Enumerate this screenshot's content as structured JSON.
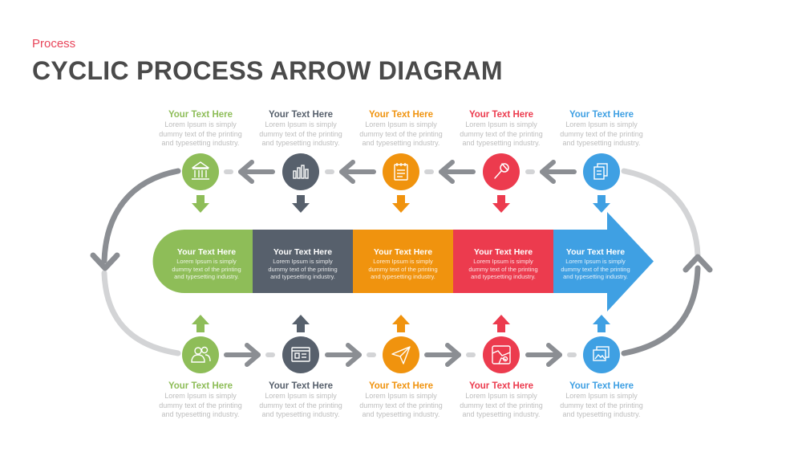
{
  "header": {
    "subtitle": "Process",
    "title": "CYCLIC PROCESS ARROW DIAGRAM"
  },
  "colors": {
    "green": "#8ebd58",
    "slate": "#57606c",
    "orange": "#f0930e",
    "red": "#ec3b4e",
    "blue": "#3fa0e3",
    "grey": "#8b8e93",
    "light_grey": "#d3d4d6"
  },
  "top_items": [
    {
      "heading": "Your Text Here",
      "line1": "Lorem Ipsum is simply",
      "line2": "dummy text of the printing",
      "line3": "and typesetting industry.",
      "icon": "bank-icon"
    },
    {
      "heading": "Your Text Here",
      "line1": "Lorem Ipsum is simply",
      "line2": "dummy text of the printing",
      "line3": "and typesetting industry.",
      "icon": "bar-chart-icon"
    },
    {
      "heading": "Your Text Here",
      "line1": "Lorem Ipsum is simply",
      "line2": "dummy text of the printing",
      "line3": "and typesetting industry.",
      "icon": "notepad-icon"
    },
    {
      "heading": "Your Text Here",
      "line1": "Lorem Ipsum is simply",
      "line2": "dummy text of the printing",
      "line3": "and typesetting industry.",
      "icon": "microphone-icon"
    },
    {
      "heading": "Your Text Here",
      "line1": "Lorem Ipsum is simply",
      "line2": "dummy text of the printing",
      "line3": "and typesetting industry.",
      "icon": "documents-icon"
    }
  ],
  "band": [
    {
      "heading": "Your Text Here",
      "line1": "Lorem Ipsum is simply",
      "line2": "dummy text of the printing",
      "line3": "and typesetting industry."
    },
    {
      "heading": "Your Text Here",
      "line1": "Lorem Ipsum is simply",
      "line2": "dummy text of the printing",
      "line3": "and typesetting industry."
    },
    {
      "heading": "Your Text Here",
      "line1": "Lorem Ipsum is simply",
      "line2": "dummy text of the printing",
      "line3": "and typesetting industry."
    },
    {
      "heading": "Your Text Here",
      "line1": "Lorem Ipsum is simply",
      "line2": "dummy text of the printing",
      "line3": "and typesetting industry."
    },
    {
      "heading": "Your Text Here",
      "line1": "Lorem Ipsum is simply",
      "line2": "dummy text of the printing",
      "line3": "and typesetting industry."
    }
  ],
  "bottom_items": [
    {
      "heading": "Your Text Here",
      "line1": "Lorem Ipsum is simply",
      "line2": "dummy text of the printing",
      "line3": "and typesetting industry.",
      "icon": "users-icon"
    },
    {
      "heading": "Your Text Here",
      "line1": "Lorem Ipsum is simply",
      "line2": "dummy text of the printing",
      "line3": "and typesetting industry.",
      "icon": "card-icon"
    },
    {
      "heading": "Your Text Here",
      "line1": "Lorem Ipsum is simply",
      "line2": "dummy text of the printing",
      "line3": "and typesetting industry.",
      "icon": "paper-plane-icon"
    },
    {
      "heading": "Your Text Here",
      "line1": "Lorem Ipsum is simply",
      "line2": "dummy text of the printing",
      "line3": "and typesetting industry.",
      "icon": "map-icon"
    },
    {
      "heading": "Your Text Here",
      "line1": "Lorem Ipsum is simply",
      "line2": "dummy text of the printing",
      "line3": "and typesetting industry.",
      "icon": "gallery-icon"
    }
  ]
}
